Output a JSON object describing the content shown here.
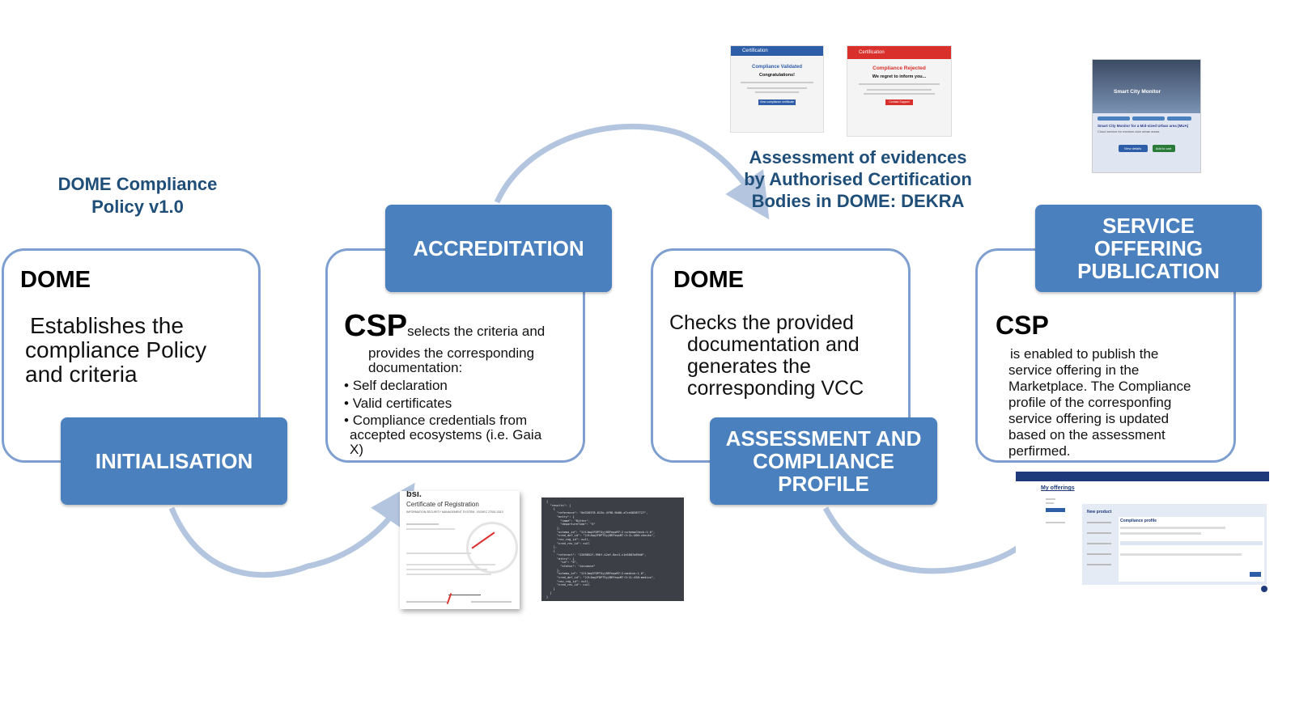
{
  "policy_title": [
    "DOME Compliance",
    "Policy v1.0"
  ],
  "assessment_note": [
    "Assessment of evidences",
    "by Authorised Certification",
    "Bodies in DOME: DEKRA"
  ],
  "stages": {
    "initialisation": {
      "label": "INITIALISATION",
      "actor": "DOME",
      "text": [
        "Establishes the",
        "compliance Policy",
        "and criteria"
      ]
    },
    "accreditation": {
      "label": "ACCREDITATION",
      "actor": "CSP",
      "intro": "selects the criteria and",
      "intro_rest": [
        "provides the corresponding",
        "documentation:"
      ],
      "bullets": [
        "Self declaration",
        "Valid certificates",
        "Compliance credentials from"
      ],
      "bullet_cont": [
        "accepted ecosystems (i.e. Gaia",
        "X)"
      ]
    },
    "assessment": {
      "label": [
        "ASSESSMENT AND",
        "COMPLIANCE",
        "PROFILE"
      ],
      "actor": "DOME",
      "text": [
        "Checks the provided",
        "documentation and",
        "generates the",
        "corresponding VCC"
      ]
    },
    "publication": {
      "label": [
        "SERVICE",
        "OFFERING",
        "PUBLICATION"
      ],
      "actor": "CSP",
      "text": [
        "is enabled to publish the",
        "service offering in the",
        "Marketplace. The Compliance",
        "profile of the corresponfing",
        "service offering is updated",
        "based on the assessment",
        "perfirmed."
      ]
    }
  },
  "screenshots": {
    "validated": {
      "header": "Certification",
      "title": "Compliance Validated",
      "subtitle": "Congratulations!",
      "button": "View compliance certificate",
      "color": "#2f5ea8"
    },
    "rejected": {
      "header": "Certification",
      "title": "Compliance Rejected",
      "subtitle": "We regret to inform you...",
      "button": "Contact Support",
      "color": "#d9302c"
    },
    "product": {
      "name": "Smart City Monitor",
      "heading": "Smart City Monitor for a Mid-sized Urban area (MUA)",
      "desc": "Cloud service for medium-size urban areas.",
      "details": "View details",
      "cart": "Add to cart"
    },
    "certificate": {
      "brand": "bsi.",
      "title": "Certificate of Registration",
      "subtitle": "INFORMATION SECURITY MANAGEMENT SYSTEM - ISO/IEC 27001:2013"
    },
    "json_lines": [
      "{",
      "  \"results\": [",
      "    {",
      "      \"reference\": \"0d328378-013e-4f98-9b80-a7ce58387727\",",
      "      \"entry\": {",
      "        \"name\": \"Bitter\",",
      "        \"departureTime\": \"5\"",
      "      },",
      "      \"schema_id\": \"2JtJmq2FDPT5yjBEFeqsM7:2:schemaCheck:1.0\",",
      "      \"cred_def_id\": \"2JtJmq2FDPT5yjBEFeqsM7:3:CL:466:checks\",",
      "      \"rev_reg_id\": null,",
      "      \"cred_rev_id\": null",
      "    },",
      "    {",
      "      \"referent\": \"2269852f-996f-42ef-8ec3-c1e5687e89d6\",",
      "      \"attrs\": {",
      "        \"id\": \"6\",",
      "        \"status\": \"issuance\"",
      "      },",
      "      \"schema_id\": \"2JtJmq2FDPT5yjBEFeqsM7:2:medico:1.0\",",
      "      \"cred_def_id\": \"2JtJmq2FDPT5yjBEFeqsM7:3:CL:458:medico\",",
      "      \"rev_reg_id\": null,",
      "      \"cred_rev_id\": null",
      "    }",
      "  ]",
      "}"
    ],
    "offerings": {
      "title": "My offerings",
      "panel": "New product",
      "section": "Compliance profile"
    }
  },
  "colors": {
    "label_fill": "#4a80be",
    "card_border": "#7f9fd0",
    "arrow": "#b4c5e0",
    "title_text": "#1f4e79"
  }
}
